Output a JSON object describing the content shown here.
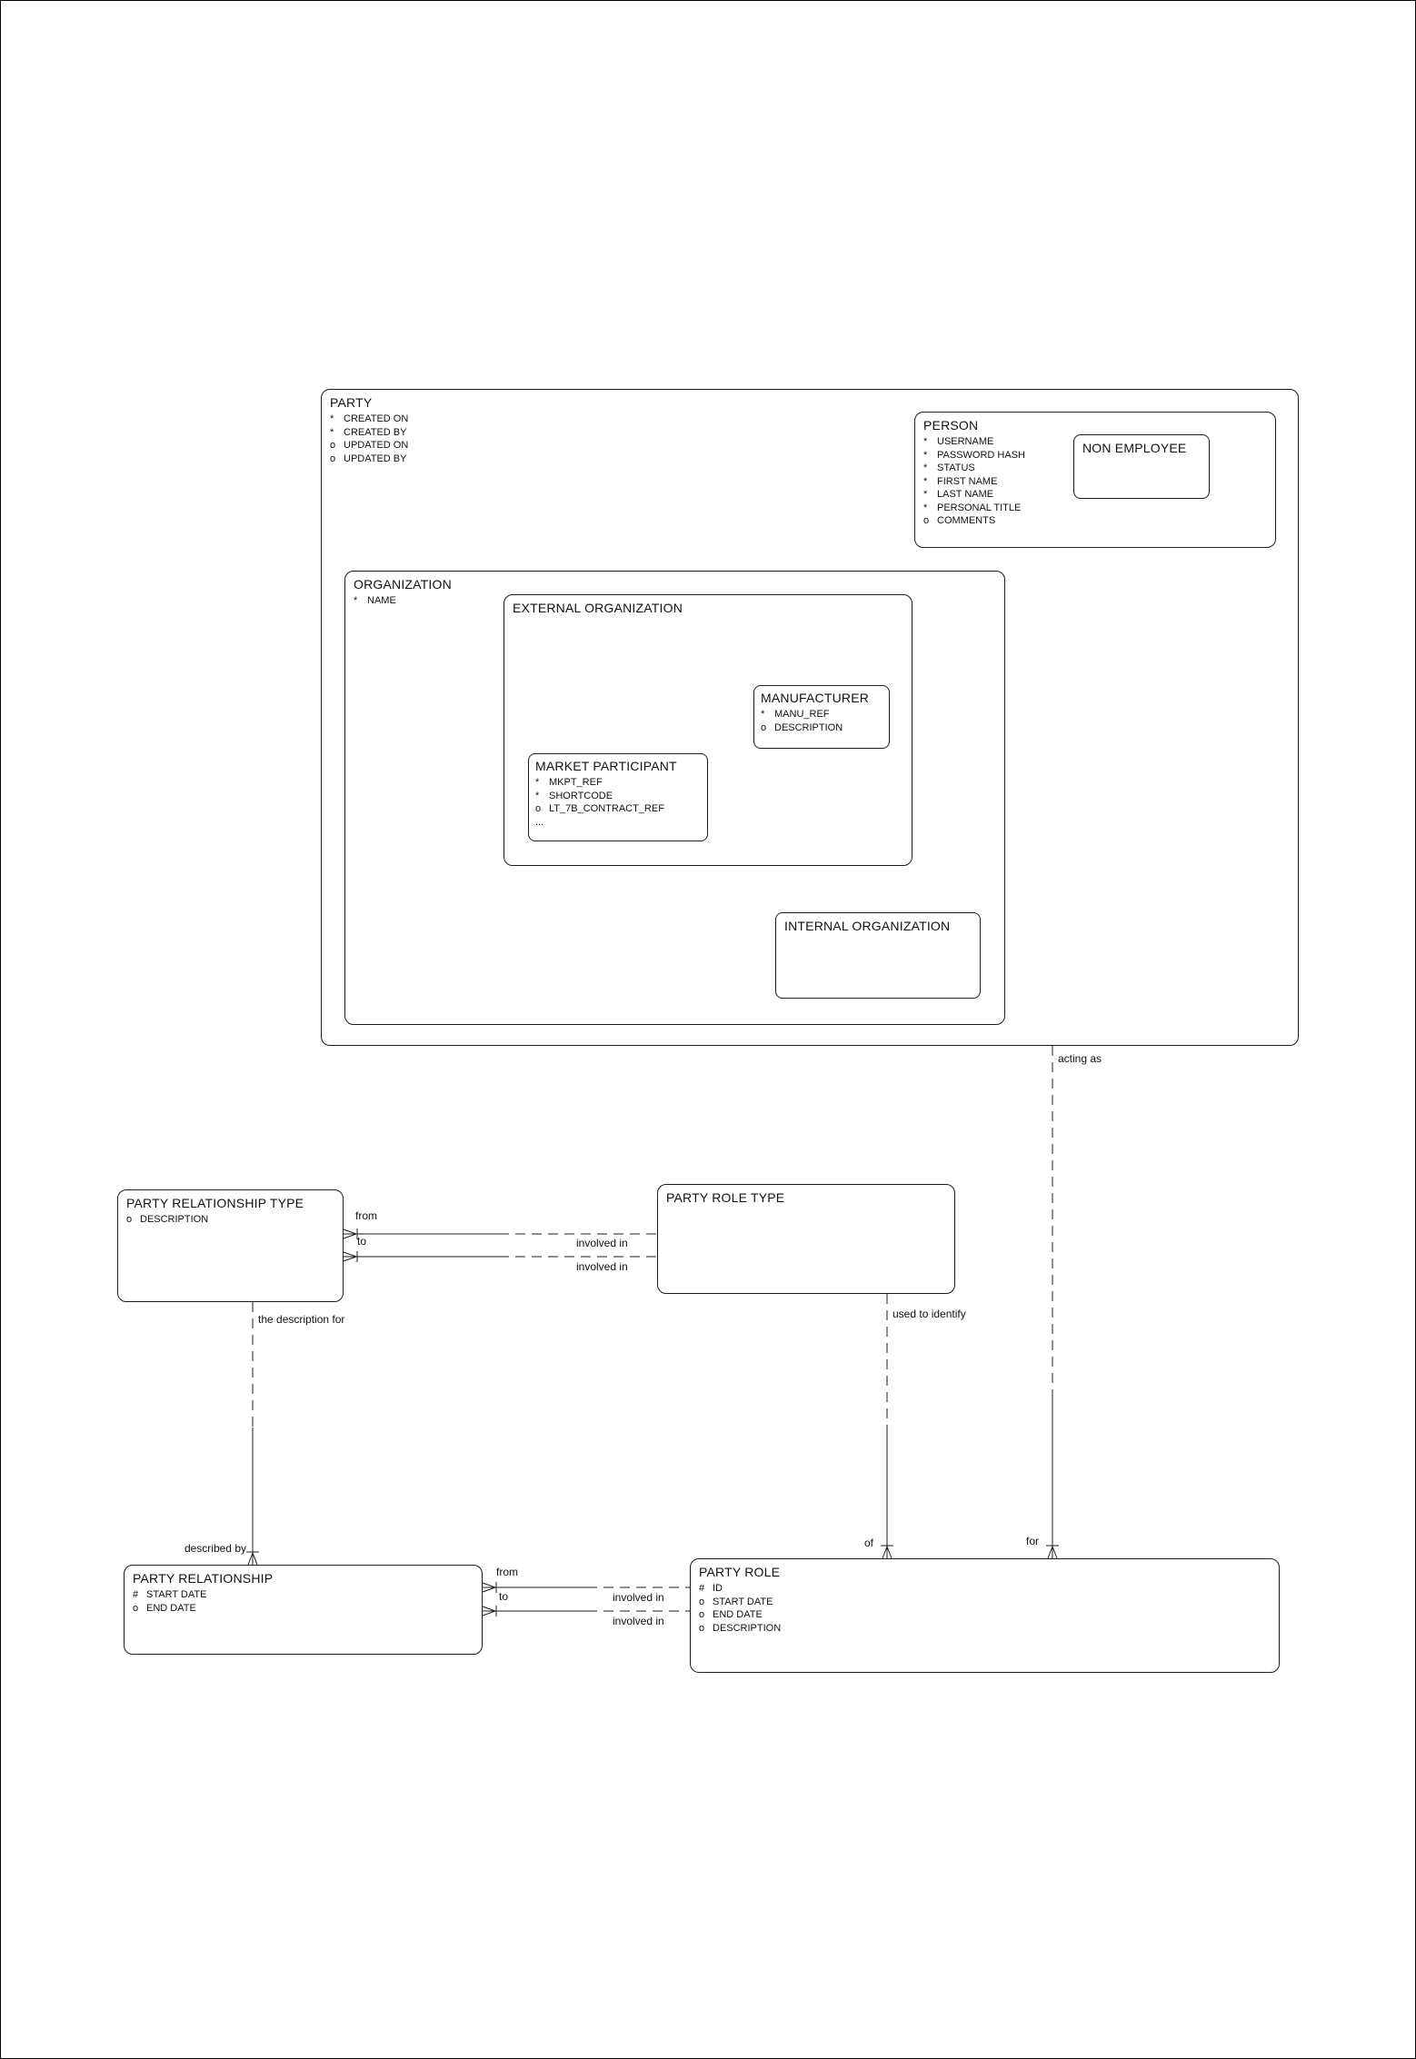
{
  "diagram": {
    "entities": {
      "party": {
        "title": "PARTY",
        "attributes": [
          {
            "m": "*",
            "n": "CREATED ON"
          },
          {
            "m": "*",
            "n": "CREATED BY"
          },
          {
            "m": "o",
            "n": "UPDATED ON"
          },
          {
            "m": "o",
            "n": "UPDATED BY"
          }
        ]
      },
      "person": {
        "title": "PERSON",
        "attributes": [
          {
            "m": "*",
            "n": "USERNAME"
          },
          {
            "m": "*",
            "n": "PASSWORD HASH"
          },
          {
            "m": "*",
            "n": "STATUS"
          },
          {
            "m": "*",
            "n": "FIRST NAME"
          },
          {
            "m": "*",
            "n": "LAST NAME"
          },
          {
            "m": "*",
            "n": "PERSONAL TITLE"
          },
          {
            "m": "o",
            "n": "COMMENTS"
          }
        ]
      },
      "non_employee": {
        "title": "NON EMPLOYEE",
        "attributes": []
      },
      "organization": {
        "title": "ORGANIZATION",
        "attributes": [
          {
            "m": "*",
            "n": "NAME"
          }
        ]
      },
      "external_organization": {
        "title": "EXTERNAL ORGANIZATION",
        "attributes": []
      },
      "manufacturer": {
        "title": "MANUFACTURER",
        "attributes": [
          {
            "m": "*",
            "n": "MANU_REF"
          },
          {
            "m": "o",
            "n": "DESCRIPTION"
          }
        ]
      },
      "market_participant": {
        "title": "MARKET PARTICIPANT",
        "attributes": [
          {
            "m": "*",
            "n": "MKPT_REF"
          },
          {
            "m": "*",
            "n": "SHORTCODE"
          },
          {
            "m": "o",
            "n": "LT_7B_CONTRACT_REF"
          },
          {
            "m": "...",
            "n": ""
          }
        ]
      },
      "internal_organization": {
        "title": "INTERNAL ORGANIZATION",
        "attributes": []
      },
      "party_relationship_type": {
        "title": "PARTY RELATIONSHIP TYPE",
        "attributes": [
          {
            "m": "o",
            "n": "DESCRIPTION"
          }
        ]
      },
      "party_role_type": {
        "title": "PARTY ROLE TYPE",
        "attributes": []
      },
      "party_relationship": {
        "title": "PARTY RELATIONSHIP",
        "attributes": [
          {
            "m": "#",
            "n": "START DATE"
          },
          {
            "m": "o",
            "n": "END DATE"
          }
        ]
      },
      "party_role": {
        "title": "PARTY ROLE",
        "attributes": [
          {
            "m": "#",
            "n": "ID"
          },
          {
            "m": "o",
            "n": "START DATE"
          },
          {
            "m": "o",
            "n": "END DATE"
          },
          {
            "m": "o",
            "n": "DESCRIPTION"
          }
        ]
      }
    },
    "labels": {
      "acting_as": "acting as",
      "for": "for",
      "the_description_for": "the description for",
      "described_by": "described by",
      "used_to_identify": "used to identify",
      "of": "of",
      "from_top": "from",
      "to_top": "to",
      "involved_in_top_1": "involved in",
      "involved_in_top_2": "involved in",
      "from_bottom": "from",
      "to_bottom": "to",
      "involved_in_bottom_1": "involved in",
      "involved_in_bottom_2": "involved in"
    }
  }
}
